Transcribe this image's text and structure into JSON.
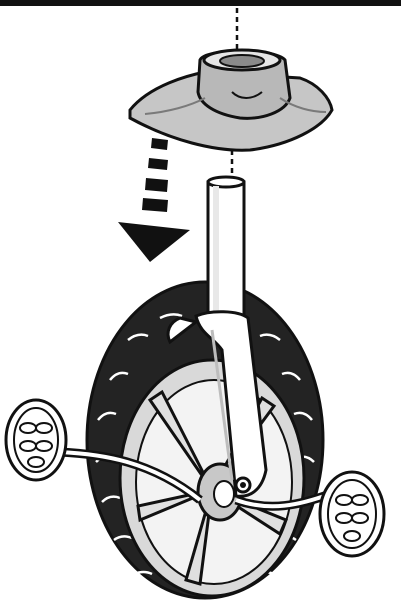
{
  "figure": {
    "kind": "assembly-illustration",
    "colors": {
      "line": "#111111",
      "paper": "#ffffff",
      "cap_fill": "#c6c6c6",
      "cap_top": "#e6e6e6",
      "tire": "#232323",
      "rim": "#d9d9d9",
      "arrow": "#111111"
    },
    "parts": [
      {
        "id": "seat-cap",
        "icon": "seat-cap-icon"
      },
      {
        "id": "post",
        "icon": "post-icon"
      },
      {
        "id": "front-wheel",
        "icon": "wheel-icon"
      },
      {
        "id": "fork",
        "icon": "fork-icon"
      },
      {
        "id": "left-pedal",
        "icon": "pedal-icon"
      },
      {
        "id": "right-pedal",
        "icon": "pedal-icon"
      },
      {
        "id": "down-arrow",
        "icon": "arrow-down-icon"
      }
    ]
  }
}
